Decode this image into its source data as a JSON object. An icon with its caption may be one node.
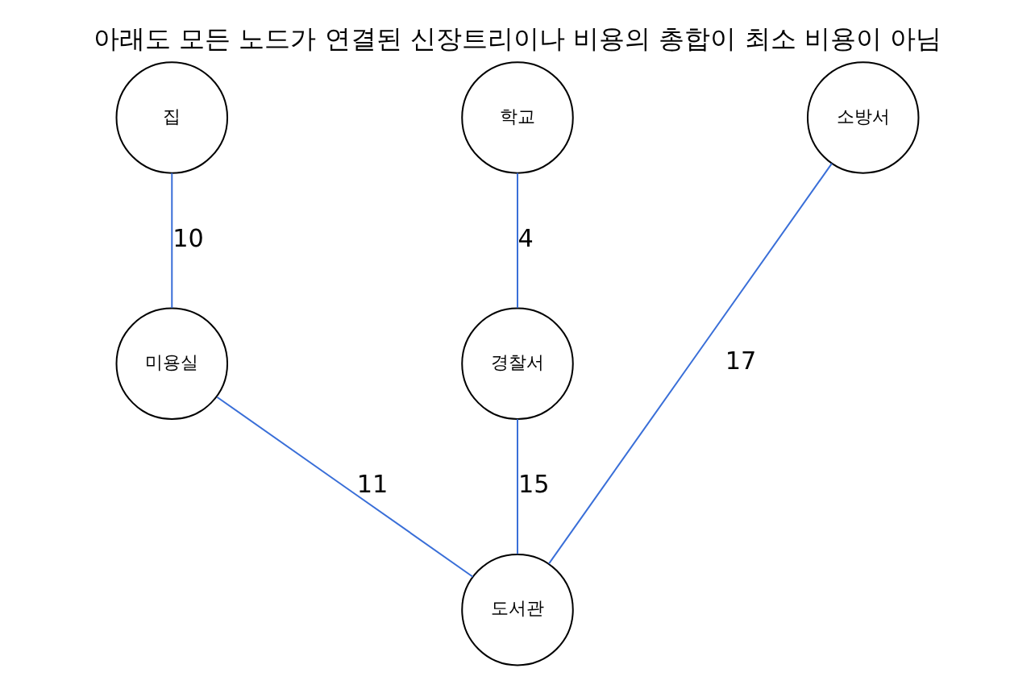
{
  "diagram": {
    "title": "아래도 모든 노드가 연결된 신장트리이나 비용의 총합이 최소 비용이 아님",
    "nodes": [
      {
        "text": [
          "집"
        ]
      },
      {
        "text": [
          "학교"
        ]
      },
      {
        "text": [
          "소방서"
        ]
      },
      {
        "text": [
          "미용실"
        ]
      },
      {
        "text": [
          "경찰서"
        ]
      },
      {
        "text": [
          "도서관"
        ]
      }
    ],
    "edges": [
      {
        "from": 0,
        "to": 3,
        "arrow": "none",
        "label": "10"
      },
      {
        "from": 1,
        "to": 4,
        "arrow": "none",
        "label": "4"
      },
      {
        "from": 3,
        "to": 5,
        "arrow": "none",
        "label": "11"
      },
      {
        "from": 4,
        "to": 5,
        "arrow": "none",
        "label": "15"
      },
      {
        "from": 2,
        "to": 5,
        "arrow": "none",
        "label": "17"
      }
    ]
  }
}
